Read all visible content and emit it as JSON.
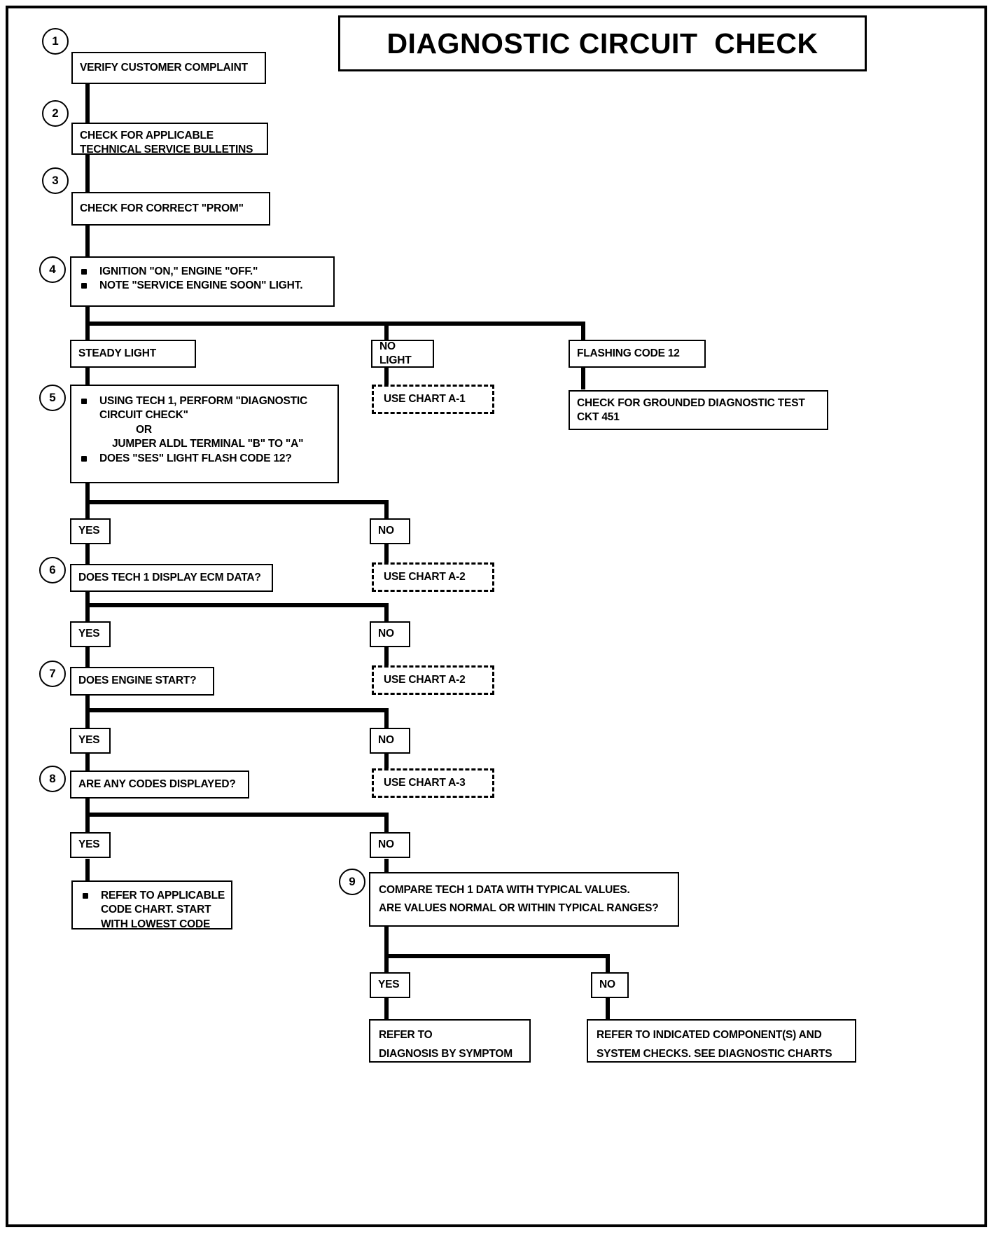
{
  "title": "DIAGNOSTIC CIRCUIT  CHECK",
  "steps": {
    "s1": "1",
    "s2": "2",
    "s3": "3",
    "s4": "4",
    "s5": "5",
    "s6": "6",
    "s7": "7",
    "s8": "8",
    "s9": "9"
  },
  "boxes": {
    "verify_complaint": "VERIFY CUSTOMER COMPLAINT",
    "tsb_line1": "CHECK FOR APPLICABLE",
    "tsb_line2": "TECHNICAL SERVICE BULLETINS",
    "prom": "CHECK FOR CORRECT \"PROM\"",
    "step4_b1": "IGNITION \"ON,\" ENGINE \"OFF.\"",
    "step4_b2": "NOTE \"SERVICE ENGINE SOON\"  LIGHT.",
    "steady_light": "STEADY LIGHT",
    "no_light": "NO LIGHT",
    "flashing_code_12": "FLASHING CODE 12",
    "chart_a1": "USE CHART A-1",
    "grounded_l1": "CHECK FOR GROUNDED DIAGNOSTIC TEST",
    "grounded_l2": "CKT 451",
    "step5_b1_l1": "USING TECH 1, PERFORM \"DIAGNOSTIC",
    "step5_b1_l2": "CIRCUIT CHECK\"",
    "step5_or": "OR",
    "step5_jumper": "JUMPER  ALDL  TERMINAL \"B\"  TO \"A\"",
    "step5_b2": "DOES \"SES\" LIGHT FLASH CODE 12?",
    "yes_1": "YES",
    "no_1": "NO",
    "step6": "DOES TECH 1 DISPLAY ECM DATA?",
    "chart_a2_a": "USE CHART A-2",
    "yes_2": "YES",
    "no_2": "NO",
    "step7": "DOES ENGINE START?",
    "chart_a2_b": "USE CHART A-2",
    "yes_3": "YES",
    "no_3": "NO",
    "step8": "ARE ANY CODES DISPLAYED?",
    "chart_a3": "USE CHART A-3",
    "yes_4": "YES",
    "no_4": "NO",
    "refer_code_l1": "REFER TO APPLICABLE",
    "refer_code_l2": "CODE CHART.   START",
    "refer_code_l3": "WITH LOWEST CODE",
    "step9_l1": "COMPARE TECH 1 DATA WITH TYPICAL VALUES.",
    "step9_l2": "ARE VALUES NORMAL OR WITHIN TYPICAL RANGES?",
    "yes_5": "YES",
    "no_5": "NO",
    "symptom_l1": "REFER TO",
    "symptom_l2": "DIAGNOSIS BY SYMPTOM",
    "component_l1": "REFER TO INDICATED COMPONENT(S)  AND",
    "component_l2": "SYSTEM CHECKS. SEE DIAGNOSTIC CHARTS"
  },
  "colors": {
    "ink": "#000000",
    "paper": "#ffffff"
  }
}
